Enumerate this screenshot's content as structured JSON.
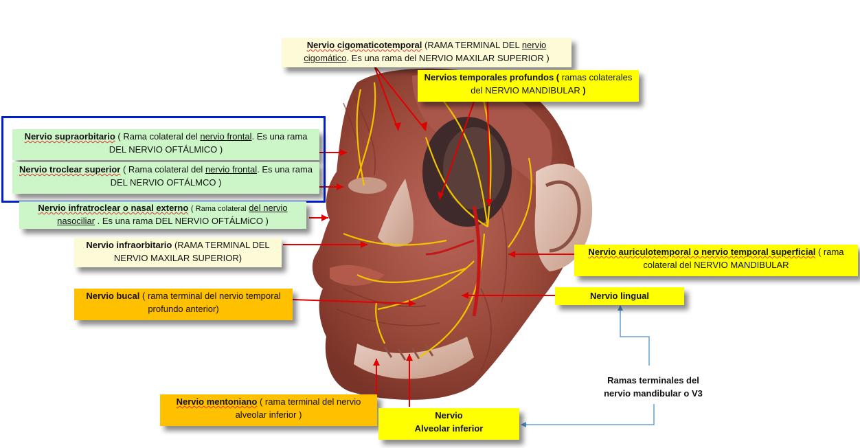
{
  "labels": {
    "cigomatico": {
      "name": "Nervio cigomaticotemporal",
      "t1": "(RAMA TERMINAL DEL",
      "t2": "nervio",
      "t3": "cigomático",
      "t4": ". Es  una  rama  del  NERVIO MAXILAR SUPERIOR )"
    },
    "temporales": {
      "name": "Nervios temporales profundos (",
      "t1": "ramas colaterales  del  NERVIO  MANDIBULAR",
      "t2": ")"
    },
    "supraorbitario": {
      "name": "Nervio supraorbitario",
      "t1": "( Rama colateral del",
      "t2": "nervio frontal",
      "t3": ".  Es  una rama  DEL  NERVIO OFTÁLMICO )"
    },
    "troclear": {
      "name": "Nervio troclear superior",
      "t1": "( Rama colateral del",
      "t2": "nervio frontal",
      "t3": ".  Es  una rama  DEL  NERVIO OFTÁLMCO )"
    },
    "infratroclear": {
      "name": "Nervio infratroclear o nasal externo",
      "t1": "( Rama colateral",
      "t2": "del nervio nasociliar",
      "t3": "  .  Es  una  rama  DEL  NERVIO OFTÁLMiCO )"
    },
    "infraorbitario": {
      "name": "Nervio infraorbitario",
      "t1": "(RAMA TERMINAL DEL NERVIO MAXILAR SUPERIOR)"
    },
    "auriculo": {
      "name": "Nervio  auriculotemporal  o  nervio temporal superficial",
      "t1": "( rama  colateral  del  NERVIO  MANDIBULAR"
    },
    "bucal": {
      "name": "Nervio bucal",
      "t1": " ( rama terminal del  nervio temporal profundo anterior)"
    },
    "lingual": {
      "name": "Nervio lingual"
    },
    "mentoniano": {
      "name": "Nervio mentoniano",
      "t1": " ( rama terminal del  nervio alveolar inferior )"
    },
    "alveolar": {
      "line1": "Nervio",
      "line2": "Alveolar inferior"
    },
    "ramas": {
      "line1": "Ramas terminales  del",
      "line2": "nervio mandibular  o V3"
    }
  },
  "colors": {
    "cream": "#fdfbd7",
    "yellow": "#ffff00",
    "green": "#ccf5c8",
    "orange": "#ffc000",
    "arrow_red": "#e00000",
    "arrow_blue": "#4a90d0",
    "highlight_border": "#0020d0",
    "tissue": "#9a4a3a",
    "nerve": "#f2c400"
  }
}
